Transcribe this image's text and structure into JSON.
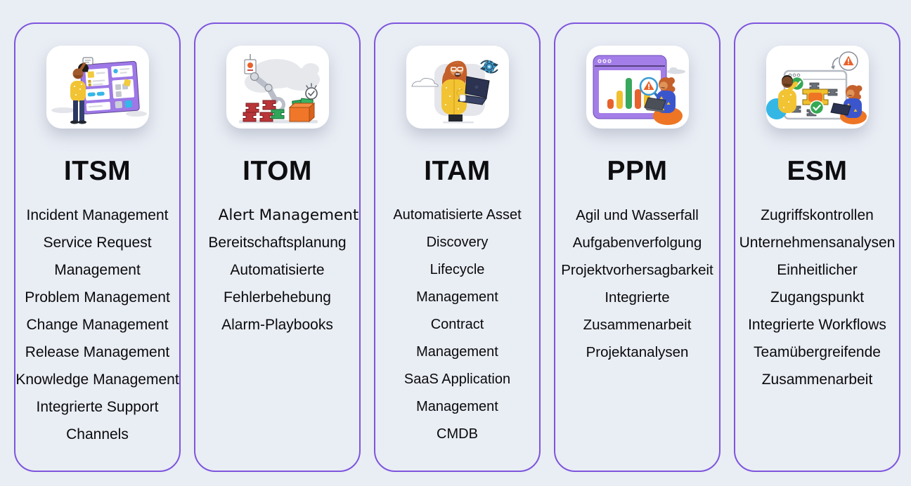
{
  "page": {
    "background_color": "#e9edf4",
    "card_border_color": "#7d55dd",
    "title_color": "#0d0d10",
    "text_color": "#0a0a0c"
  },
  "icons": {
    "itsm_illustration": "agent-talking-beside-service-board-illustration",
    "itom_illustration": "robot-arm-automation-illustration",
    "itam_illustration": "person-with-laptop-and-sync-gear-illustration",
    "ppm_illustration": "bar-chart-window-with-magnifier-and-analyst-illustration",
    "esm_illustration": "ticket-board-with-checks-and-team-illustration"
  },
  "cards": [
    {
      "id": "itsm",
      "title": "ITSM",
      "illustration": "agent talking beside a purple service board",
      "features": [
        "Incident Management",
        "Service Request Management",
        "Problem Management",
        "Change Management",
        "Release Management",
        "Knowledge Management",
        "Integrierte Support Channels"
      ]
    },
    {
      "id": "itom",
      "title": "ITOM",
      "illustration": "robotic arm sorting spools into a box of value",
      "features": [
        "Alert Management",
        "Bereitschaftsplanung",
        "Automatisierte Fehlerbehebung",
        "Alarm-Playbooks"
      ]
    },
    {
      "id": "itam",
      "title": "ITAM",
      "illustration": "person in yellow holding a laptop with sync gear",
      "features": [
        "Automatisierte Asset Discovery",
        "Lifecycle Management",
        "Contract Management",
        "SaaS Application Management",
        "CMDB"
      ]
    },
    {
      "id": "ppm",
      "title": "PPM",
      "illustration": "browser window with bar chart, magnifier alert and analyst",
      "features": [
        "Agil und Wasserfall",
        "Aufgabenverfolgung",
        "Projektvorhersagbarkeit",
        "Integrierte Zusammenarbeit",
        "Projektanalysen"
      ]
    },
    {
      "id": "esm",
      "title": "ESM",
      "illustration": "team reviewing ticket board with checks and alert",
      "features": [
        "Zugriffskontrollen",
        "Unternehmensanalysen",
        "Einheitlicher Zugangspunkt",
        "Integrierte Workflows",
        "Teamübergreifende Zusammenarbeit"
      ]
    }
  ]
}
